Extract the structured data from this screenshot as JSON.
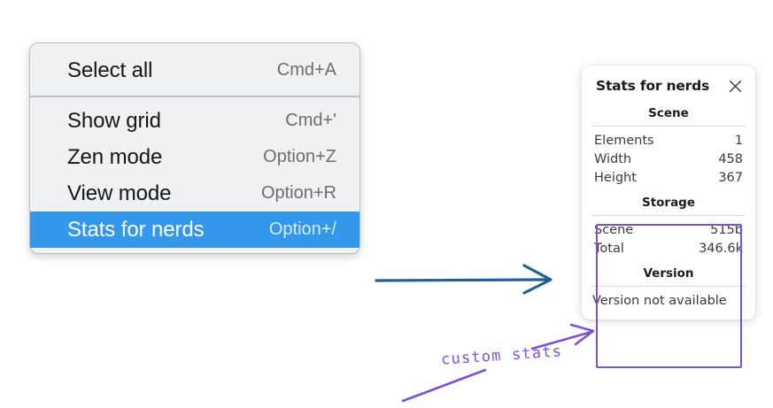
{
  "context_menu": {
    "groups": [
      {
        "items": [
          {
            "label": "Select all",
            "shortcut": "Cmd+A",
            "selected": false
          }
        ]
      },
      {
        "items": [
          {
            "label": "Show grid",
            "shortcut": "Cmd+'",
            "selected": false
          },
          {
            "label": "Zen mode",
            "shortcut": "Option+Z",
            "selected": false
          },
          {
            "label": "View mode",
            "shortcut": "Option+R",
            "selected": false
          },
          {
            "label": "Stats for nerds",
            "shortcut": "Option+/",
            "selected": true
          }
        ]
      }
    ],
    "highlight_color": "#3398eb"
  },
  "stats_panel": {
    "title": "Stats for nerds",
    "close_icon": "close-icon",
    "sections": [
      {
        "heading": "Scene",
        "rows": [
          {
            "key": "Elements",
            "value": "1"
          },
          {
            "key": "Width",
            "value": "458"
          },
          {
            "key": "Height",
            "value": "367"
          }
        ]
      },
      {
        "heading": "Storage",
        "rows": [
          {
            "key": "Scene",
            "value": "515b"
          },
          {
            "key": "Total",
            "value": "346.6k"
          }
        ]
      },
      {
        "heading": "Version",
        "single": "Version not available"
      }
    ]
  },
  "annotations": {
    "label": "custom stats",
    "label_color": "#7b52d6",
    "highlight_box_color": "#7b52d6",
    "flow_arrow_color": "#1f6097"
  }
}
